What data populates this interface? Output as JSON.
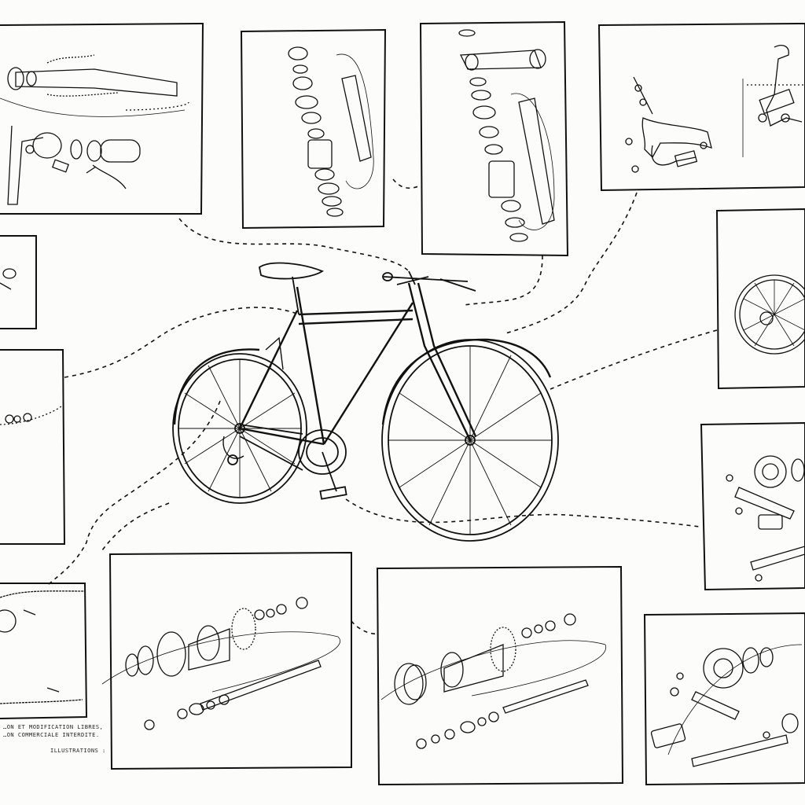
{
  "colors": {
    "ink": "#111111",
    "paper": "#fcfcfa"
  },
  "diagram": {
    "subject": "bicycle",
    "panels": [
      {
        "name": "stem-handlebar-panel",
        "content": "handlebar, stem, brake lever and grip exploded view"
      },
      {
        "name": "headset-panel",
        "content": "headset bearing stack exploded view"
      },
      {
        "name": "stem-headset-panel",
        "content": "stem and headset stack exploded view"
      },
      {
        "name": "brake-caliper-panel",
        "content": "brake caliper exploded view"
      },
      {
        "name": "left-edge-panel",
        "content": "small part"
      },
      {
        "name": "rear-wheel-panel",
        "content": "spoked wheel"
      },
      {
        "name": "axle-nut-panel",
        "content": "axle nuts"
      },
      {
        "name": "crankset-panel-right",
        "content": "crankset and pedal exploded view"
      },
      {
        "name": "chain-panel",
        "content": "chain and sprocket"
      },
      {
        "name": "fixed-hub-panel",
        "content": "single-speed hub exploded view"
      },
      {
        "name": "cassette-hub-panel",
        "content": "cassette hub exploded view"
      },
      {
        "name": "crankset-panel-bottom",
        "content": "crankset, pedal and bottom bracket exploded view"
      }
    ]
  },
  "credit": {
    "line1": "…ON ET MODIFICATION LIBRES,",
    "line2": "…ON COMMERCIALE INTERDITE.",
    "illustrator_label": "ILLUSTRATIONS :"
  }
}
